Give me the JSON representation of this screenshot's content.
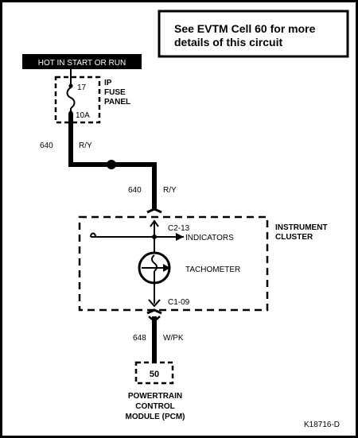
{
  "note": {
    "line1": "See EVTM Cell 60 for more",
    "line2": "details of this circuit"
  },
  "power_label": "HOT IN START OR RUN",
  "fuse": {
    "panel_line1": "IP",
    "panel_line2": "FUSE",
    "panel_line3": "PANEL",
    "number": "17",
    "rating": "10A"
  },
  "wire_top": {
    "circuit": "640",
    "color": "R/Y"
  },
  "wire_mid": {
    "circuit": "640",
    "color": "R/Y"
  },
  "cluster": {
    "label_line1": "INSTRUMENT",
    "label_line2": "CLUSTER",
    "connector_top": "C2-13",
    "indicators": "INDICATORS",
    "tachometer": "TACHOMETER",
    "connector_bottom": "C1-09"
  },
  "wire_bottom": {
    "circuit": "648",
    "color": "W/PK"
  },
  "pcm": {
    "pin": "50",
    "label_line1": "POWERTRAIN",
    "label_line2": "CONTROL",
    "label_line3": "MODULE (PCM)"
  },
  "figure_id": "K18716-D",
  "colors": {
    "ink": "#000000",
    "paper": "#ffffff"
  }
}
